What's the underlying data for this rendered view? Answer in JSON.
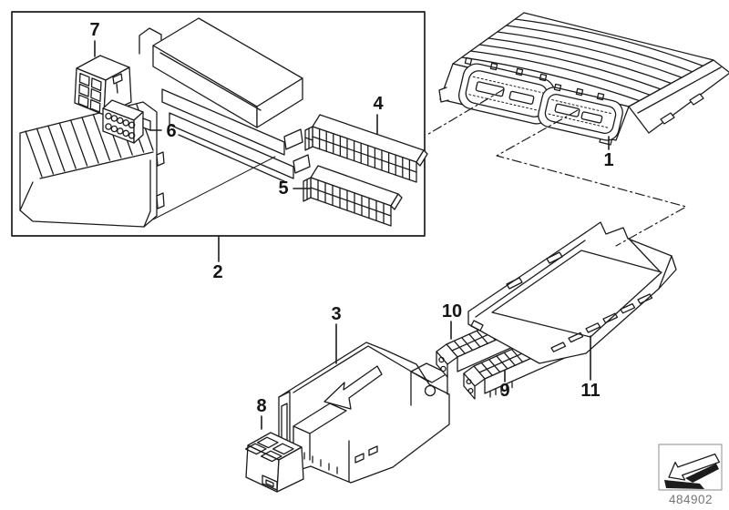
{
  "diagram": {
    "type": "exploded-parts-diagram",
    "callouts": [
      {
        "id": 1,
        "label": "1"
      },
      {
        "id": 2,
        "label": "2"
      },
      {
        "id": 3,
        "label": "3"
      },
      {
        "id": 4,
        "label": "4"
      },
      {
        "id": 5,
        "label": "5"
      },
      {
        "id": 6,
        "label": "6"
      },
      {
        "id": 7,
        "label": "7"
      },
      {
        "id": 8,
        "label": "8"
      },
      {
        "id": 9,
        "label": "9"
      },
      {
        "id": 10,
        "label": "10"
      },
      {
        "id": 11,
        "label": "11"
      }
    ],
    "stamp": {
      "code": "484902",
      "icon": "corner-arrow-icon"
    },
    "colors": {
      "line": "#1c1c1c",
      "background": "#ffffff",
      "stamp_code_text": "#757575",
      "stamp_border": "#a0a0a0"
    }
  }
}
